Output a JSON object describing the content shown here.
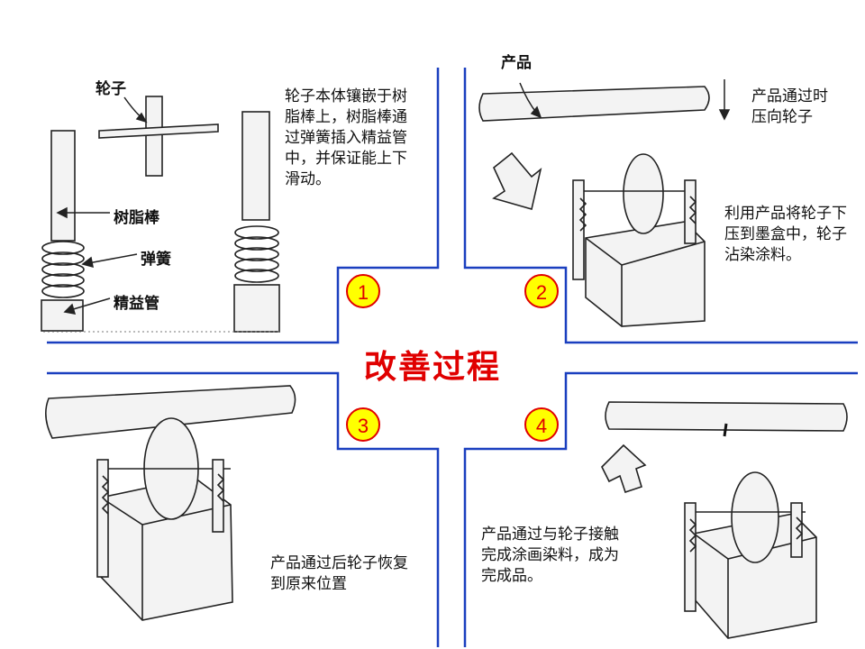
{
  "title": "改善过程",
  "steps": [
    {
      "num": "1",
      "text": "轮子本体镶嵌于树脂棒上，树脂棒通过弹簧插入精益管中，并保证能上下滑动。"
    },
    {
      "num": "2",
      "text_top": "产品通过时压向轮子",
      "text": "利用产品将轮子下压到墨盒中，轮子沾染涂料。"
    },
    {
      "num": "3",
      "text": "产品通过后轮子恢复到原来位置"
    },
    {
      "num": "4",
      "text": "产品通过与轮子接触完成涂画染料，成为完成品。"
    }
  ],
  "labels": {
    "wheel": "轮子",
    "resin_rod": "树脂棒",
    "spring": "弹簧",
    "lean_pipe": "精益管",
    "product": "产品"
  },
  "colors": {
    "divider": "#1a3fbf",
    "title": "#e00000",
    "badge_fill": "#ffff00",
    "badge_text": "#e00000"
  }
}
